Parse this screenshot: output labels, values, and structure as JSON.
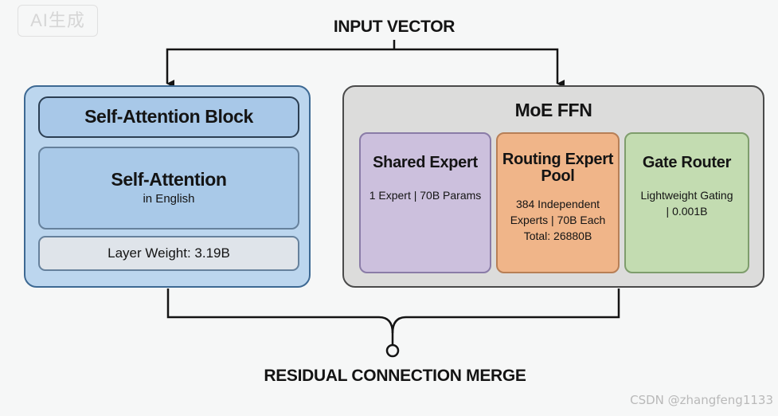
{
  "watermarks": {
    "ai_badge": "AI生成",
    "csdn": "CSDN @zhangfeng1133"
  },
  "input_label": "INPUT VECTOR",
  "output_label": "RESIDUAL CONNECTION MERGE",
  "self_attention": {
    "header": "Self-Attention Block",
    "title": "Self-Attention",
    "subtitle": "in English",
    "weight": "Layer Weight: 3.19B"
  },
  "moe": {
    "title": "MoE FFN",
    "cards": [
      {
        "title": "Shared Expert",
        "lines": [
          "1 Expert | 70B Params"
        ]
      },
      {
        "title_lines": [
          "Routing Expert",
          "Pool"
        ],
        "lines": [
          "384 Independent",
          "Experts | 70B Each",
          "Total: 26880B"
        ]
      },
      {
        "title": "Gate Router",
        "lines": [
          "Lightweight Gating",
          "| 0.001B"
        ]
      }
    ]
  },
  "colors": {
    "attention_panel": "#bcd6ee",
    "moe_panel": "#dcdcdb",
    "shared_expert": "#ccc0dd",
    "routing_pool": "#f0b589",
    "gate_router": "#c3dcb1"
  }
}
